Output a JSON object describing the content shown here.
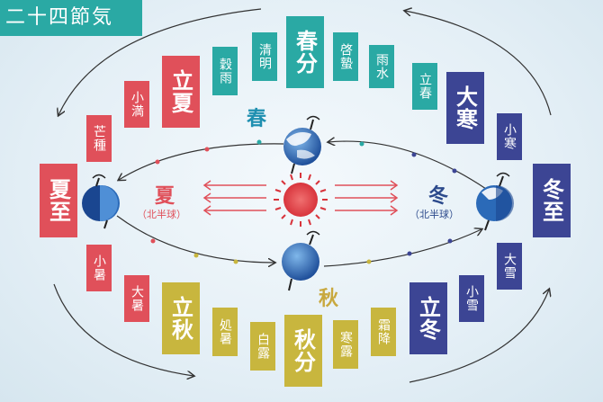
{
  "title": "二十四節気",
  "terms": {
    "risshun": "立春",
    "usui": "雨水",
    "keichitsu": "啓蟄",
    "shunbun": "春分",
    "seimei": "清明",
    "kokuu": "穀雨",
    "rikka": "立夏",
    "shoman": "小満",
    "boshu": "芒種",
    "geshi": "夏至",
    "shosho": "小暑",
    "taisho": "大暑",
    "risshu": "立秋",
    "shosho2": "処暑",
    "hakuro": "白露",
    "shubun": "秋分",
    "kanro": "寒露",
    "soko": "霜降",
    "ritto": "立冬",
    "shosetsu": "小雪",
    "taisetsu": "大雪",
    "toji": "冬至",
    "shokan": "小寒",
    "daikan": "大寒"
  },
  "seasons": {
    "spring": "春",
    "summer": "夏",
    "autumn": "秋",
    "winter": "冬"
  },
  "hemisphere_label": "（北半球）",
  "colors": {
    "spring": "#2aa9a4",
    "summer": "#e0505a",
    "autumn": "#c8b63e",
    "winter": "#3c4594",
    "spring_text": "#1e8fb0",
    "summer_text": "#e0505a",
    "autumn_text": "#c8a83e",
    "winter_text": "#2c4a8c"
  },
  "icons": [
    "earth-icon",
    "sun-icon",
    "arrow-icon"
  ]
}
